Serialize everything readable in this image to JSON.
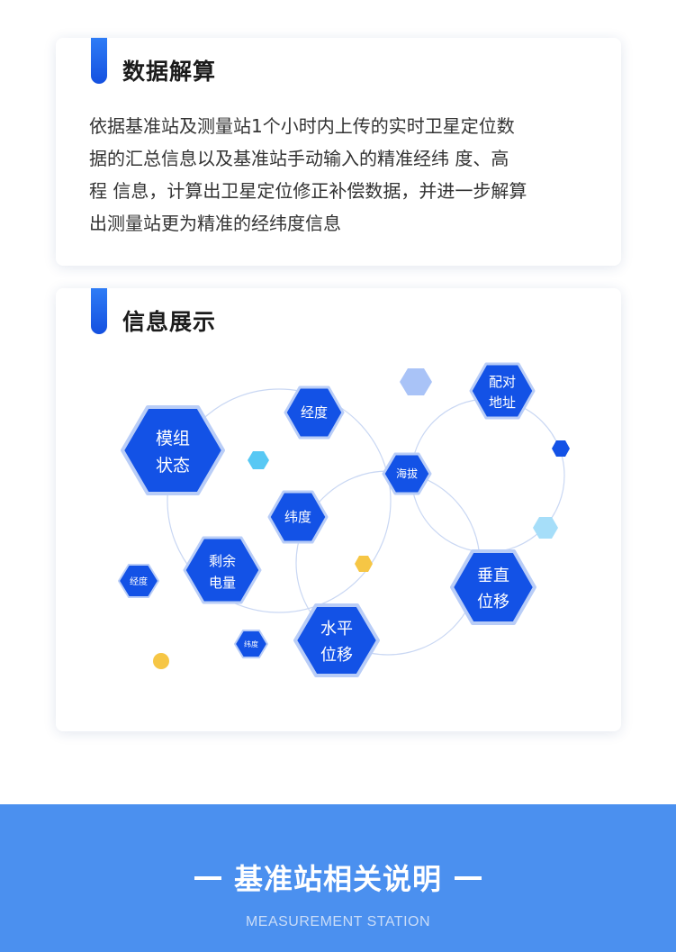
{
  "section1": {
    "title": "数据解算",
    "lines": [
      "依据基准站及测量站1个小时内上传的实时卫星定位数",
      "据的汇总信息以及基准站手动输入的精准经纬 度、高",
      "程 信息，计算出卫星定位修正补偿数据，并进一步解算",
      "出测量站更为精准的经纬度信息"
    ]
  },
  "section2": {
    "title": "信息展示",
    "nodes": {
      "module_status": [
        "模组",
        "状态"
      ],
      "longitude_top": "经度",
      "pair_address": [
        "配对",
        "地址"
      ],
      "altitude": "海拔",
      "latitude_center": "纬度",
      "battery": [
        "剩余",
        "电量"
      ],
      "longitude_small": "经度",
      "latitude_small": "纬度",
      "horizontal_shift": [
        "水平",
        "位移"
      ],
      "vertical_shift": [
        "垂直",
        "位移"
      ]
    }
  },
  "colors": {
    "hex_blue": "#1352e6",
    "hex_border": "#b9cdf7",
    "ring": "#c9d7f3",
    "yellow": "#f6c645",
    "light_cyan": "#58c8f4",
    "pale_cyan": "#a6def9",
    "pale_blue": "#a9c3f7",
    "footer_bg": "#4b90ef"
  },
  "footer": {
    "title": "基准站相关说明",
    "subtitle": "MEASUREMENT STATION"
  }
}
